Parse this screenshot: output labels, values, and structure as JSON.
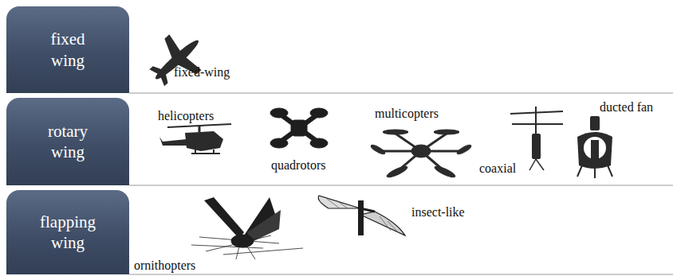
{
  "diagram": {
    "nodes": [
      {
        "text": [
          "fixed wing"
        ]
      },
      {
        "text": [
          "rotary wing"
        ]
      },
      {
        "text": [
          "flapping wing"
        ]
      }
    ],
    "labels": [
      "fixed-wing",
      "helicopters",
      "quadrotors",
      "multicopters",
      "coaxial",
      "ducted fan",
      "insect-like",
      "ornithopters"
    ]
  }
}
